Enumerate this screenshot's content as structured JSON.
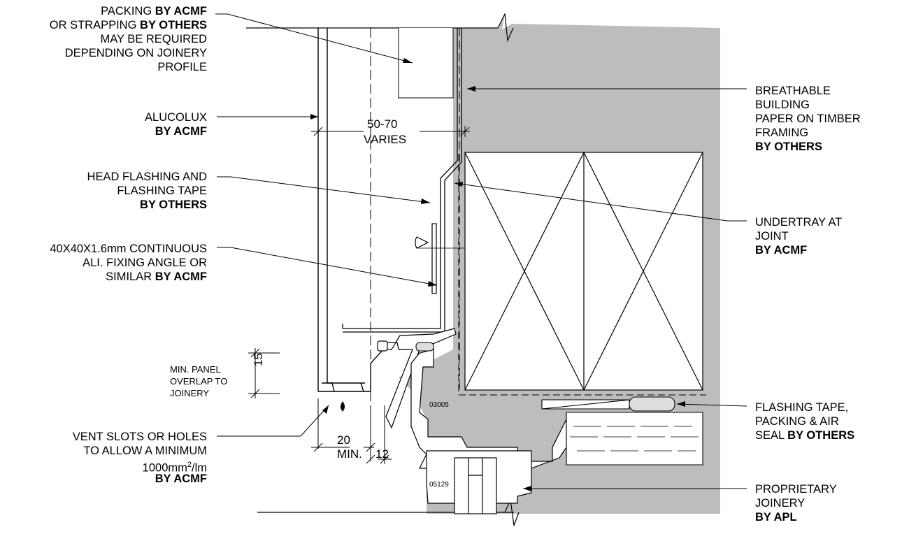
{
  "labels": {
    "packing": {
      "line1_a": "PACKING ",
      "line1_b": "BY ACMF",
      "line2_a": "OR STRAPPING ",
      "line2_b": "BY OTHERS",
      "line3": "MAY BE REQUIRED",
      "line4": "DEPENDING ON JOINERY",
      "line5": "PROFILE"
    },
    "alucolux": {
      "line1": "ALUCOLUX",
      "line2": "BY ACMF"
    },
    "head_flashing": {
      "line1": "HEAD FLASHING AND",
      "line2": "FLASHING TAPE",
      "line3": "BY OTHERS"
    },
    "fixing_angle": {
      "line1": "40X40X1.6mm CONTINUOUS",
      "line2": "ALI. FIXING ANGLE OR",
      "line3_a": "SIMILAR ",
      "line3_b": "BY ACMF"
    },
    "panel_overlap": {
      "line1": "MIN. PANEL",
      "line2": "OVERLAP TO",
      "line3": "JOINERY"
    },
    "vent_slots": {
      "line1": "VENT SLOTS OR HOLES",
      "line2": "TO ALLOW A MINIMUM",
      "line3_a": "1000mm",
      "line3_sup": "2",
      "line3_b": "/lm",
      "line4": "BY ACMF"
    },
    "building_paper": {
      "line1": "BREATHABLE",
      "line2": "BUILDING",
      "line3": "PAPER ON TIMBER",
      "line4": "FRAMING",
      "line5": "BY OTHERS"
    },
    "undertray": {
      "line1": "UNDERTRAY AT",
      "line2": "JOINT",
      "line3": "BY ACMF"
    },
    "flashing_tape": {
      "line1": "FLASHING TAPE,",
      "line2": "PACKING & AIR",
      "line3_a": "SEAL ",
      "line3_b": "BY OTHERS"
    },
    "joinery": {
      "line1": "PROPRIETARY",
      "line2": "JOINERY",
      "line3": "BY APL"
    }
  },
  "dimensions": {
    "cavity_value": "50-70",
    "cavity_note": "VARIES",
    "overlap_value": "15",
    "vent_value": "20",
    "vent_note": "MIN.",
    "gap_value": "12"
  },
  "profile_codes": {
    "upper": "03005",
    "lower": "05129"
  },
  "colors": {
    "wall_fill": "#bdbdbd",
    "line": "#000000"
  }
}
